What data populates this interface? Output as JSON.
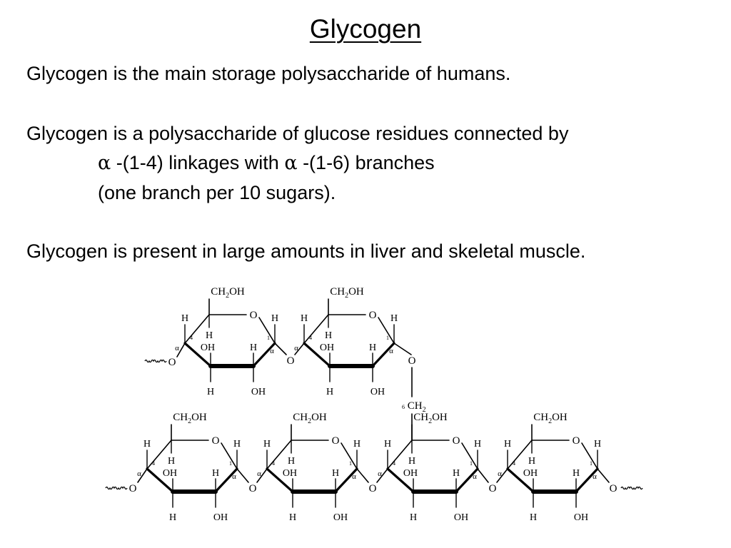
{
  "slide": {
    "title": "Glycogen",
    "line1": "Glycogen is the main storage polysaccharide of humans.",
    "line2": "Glycogen is a polysaccharide of glucose residues connected by",
    "line3_alpha1": "α",
    "line3_text1": " -(1-4) linkages with ",
    "line3_alpha2": "α",
    "line3_text2": " -(1-6) branches",
    "line4": "(one branch per 10 sugars).",
    "line5": "Glycogen is present in large amounts in liver and skeletal muscle."
  },
  "diagram": {
    "labels": {
      "ch2oh_ch": "CH",
      "ch2oh_sub": "2",
      "ch2oh_oh": "OH",
      "ring_o": "O",
      "h": "H",
      "oh": "OH",
      "link_o": "O",
      "c1": "1",
      "c4": "4",
      "alpha": "α",
      "branch_c6": "6",
      "branch_ch": "CH",
      "branch_sub": "2"
    }
  }
}
